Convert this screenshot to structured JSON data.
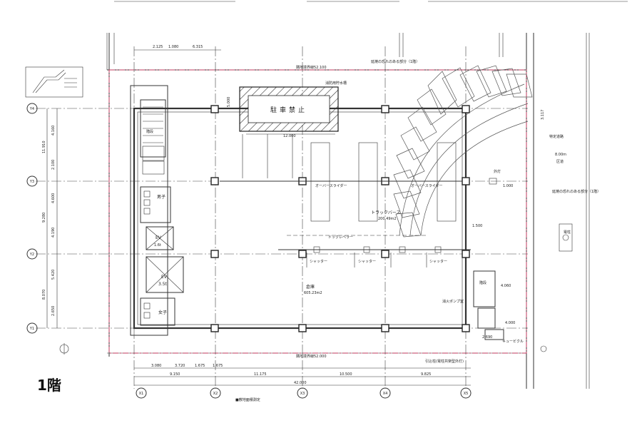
{
  "floor_label": "1階",
  "notes": {
    "site_boundary_top": "隣地境界線52.100",
    "site_boundary_bottom": "隣地境界線52.000",
    "fire_top_1f": "延焼の恐れのある部分（1階）",
    "fire_right_1f": "延焼の恐れのある部分（1階）",
    "fire_cistern": "消防用貯水槽",
    "utility_pole": "電柱",
    "road_right": "特定道路",
    "road_width": "8.00m",
    "road_name": "区道",
    "lead_in": "引込柱(電柱共架型外灯)",
    "bottom_note": "■敷地面積測定",
    "stair_top": "階段",
    "stair_mid": "階段"
  },
  "parking_sign": "駐車禁止",
  "rooms": {
    "mens_wc": "男子",
    "womens_wc": "女子",
    "ev_small": "EV",
    "ev_small_cap": "1.6t",
    "ev_large": "EV",
    "ev_large_cap": "3.5t",
    "truck_berth": "トラックバース",
    "truck_berth_area": "200.49m2",
    "warehouse": "倉庫",
    "warehouse_area": "605.23m2",
    "dock_leveler": "ドックレベラー",
    "overhead_1": "オーバースライダー",
    "overhead_2": "オーバースライダー",
    "shutter_1": "シャッター",
    "shutter_2": "シャッター",
    "shutter_3": "シャッター",
    "fire_pump": "消火ポンプ室",
    "outside_light": "外灯",
    "cubicle": "キュービクル"
  },
  "grid": {
    "columns": [
      "X1",
      "X2",
      "X3",
      "X4",
      "X5"
    ],
    "rows": [
      "Y4",
      "Y3",
      "Y2",
      "Y1"
    ]
  },
  "dimensions": {
    "top": [
      "2.125",
      "1.080",
      "6.315"
    ],
    "parking_width": "12.000",
    "parking_depth": "5.000",
    "bottom_row1": [
      "3.080",
      "3.720",
      "1.675",
      "1.675"
    ],
    "bottom_row2": [
      "9.150",
      "11.175",
      "10.500",
      "9.825"
    ],
    "bottom_total": "42.000",
    "left_row1": [
      "4.160",
      "2.100",
      "4.600",
      "4.190",
      "5.420",
      "2.650"
    ],
    "left_row2": [
      "11.910",
      "9.280",
      "8.070"
    ],
    "right": [
      "3.117",
      "1.000",
      "1.500",
      "4.060",
      "4.000",
      "2.690"
    ]
  }
}
